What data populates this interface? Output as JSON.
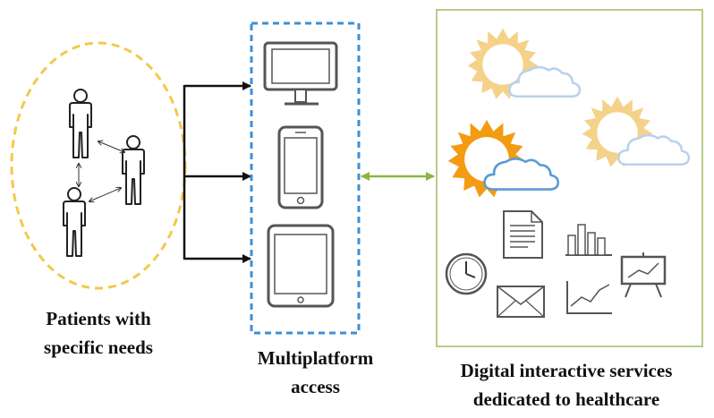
{
  "patients_label": {
    "line1": "Patients with",
    "line2": "specific needs"
  },
  "multiplatform_label": {
    "line1": "Multiplatform",
    "line2": "access"
  },
  "services_label": {
    "line1": "Digital interactive  services",
    "line2": "dedicated to healthcare"
  },
  "colors": {
    "patient_group_border": "#f2c94c",
    "device_box_border": "#3d8fd6",
    "services_box_border": "#b7cc8a",
    "bidirectional_arrow": "#8db542",
    "flow_arrows": "#111111",
    "sun_highlight": "#f39c12",
    "cloud": "#5b9bd5"
  },
  "icons": {
    "patients": [
      "person-icon",
      "person-icon",
      "person-icon"
    ],
    "devices": [
      "monitor-icon",
      "smartphone-icon",
      "tablet-icon"
    ],
    "services": [
      "weather-icon",
      "weather-icon",
      "weather-icon",
      "document-icon",
      "bar-chart-icon",
      "clock-icon",
      "envelope-icon",
      "line-chart-icon",
      "presentation-board-icon"
    ]
  }
}
